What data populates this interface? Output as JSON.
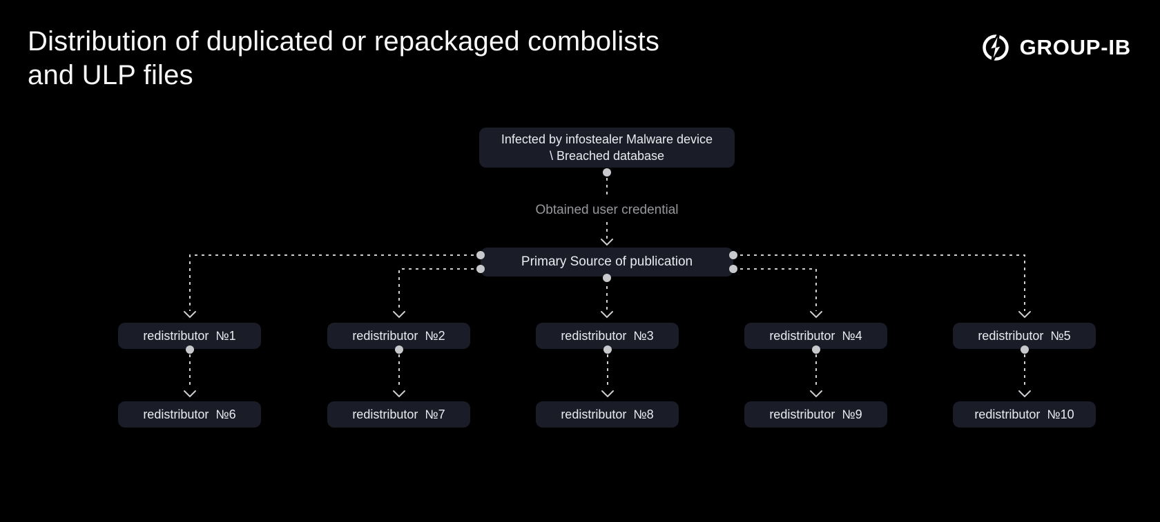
{
  "header": {
    "title": "Distribution of duplicated or repackaged combolists and ULP files",
    "brand": {
      "name": "GROUP-IB",
      "icon": "group-ib-lightning-ring-logo"
    }
  },
  "colors": {
    "background": "#000000",
    "node_background": "#1a1d27",
    "node_text": "#e9ebf1",
    "connector": "#cfd0d4",
    "dot": "#c8c9cc",
    "edge_label_text": "#95979c",
    "title_text": "#f7f7f8"
  },
  "diagram": {
    "source_node": {
      "line1": "Infected by infostealer Malware device",
      "line2": "\\ Breached database"
    },
    "edge_label": "Obtained user credential",
    "primary_node": "Primary Source of publication",
    "row1": [
      "redistributor №1",
      "redistributor №2",
      "redistributor №3",
      "redistributor №4",
      "redistributor №5"
    ],
    "row2": [
      "redistributor №6",
      "redistributor №7",
      "redistributor №8",
      "redistributor №9",
      "redistributor №10"
    ]
  }
}
